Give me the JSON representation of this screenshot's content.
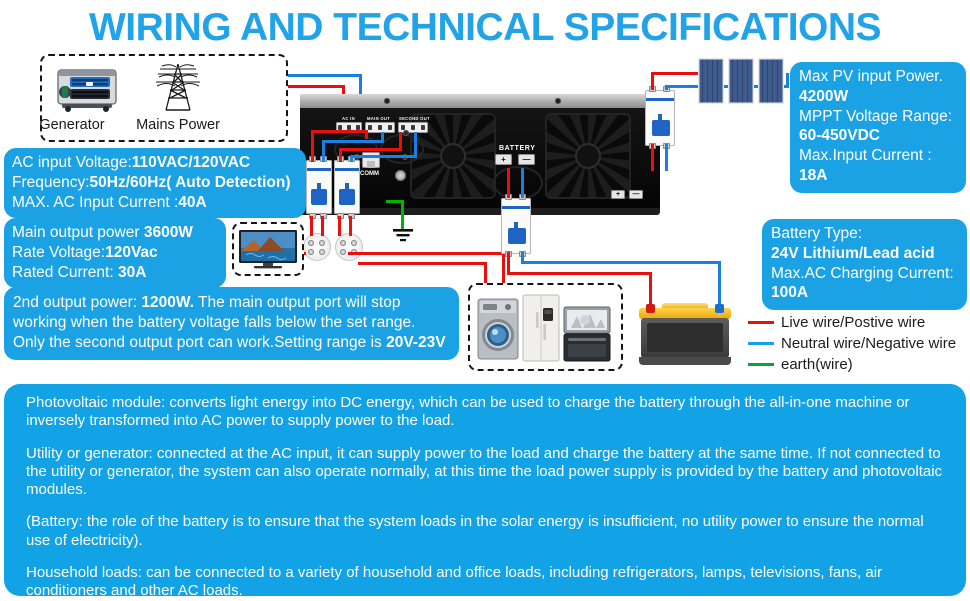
{
  "title": "WIRING AND TECHNICAL SPECIFICATIONS",
  "theme": {
    "brand_blue": "#1ba2e5",
    "panel_blue": "#12a3e6",
    "title_blue": "#22a3e8",
    "wire_live": "#e8100f",
    "wire_neutral": "#1a7fe0",
    "wire_earth": "#00b400"
  },
  "sources": {
    "generator_label": "Generator",
    "mains_label": "Mains Power"
  },
  "spec_ac_input": {
    "line1_label": "AC input Voltage:",
    "line1_value": "110VAC/120VAC",
    "line2_label": "Frequency:",
    "line2_value": "50Hz/60Hz( Auto Detection)",
    "line3_label": "MAX. AC Input Current :",
    "line3_value": "40A"
  },
  "spec_main_output": {
    "line1_label": "Main output power ",
    "line1_value": "3600W",
    "line2_label": "Rate Voltage:",
    "line2_value": "120Vac",
    "line3_label": "Rated Current: ",
    "line3_value": "30A"
  },
  "spec_second_output": {
    "head_label": "2nd output power",
    "head_sep": ": ",
    "head_value": "1200W.",
    "body": " The main output port will stop working when the battery voltage falls below the set range. Only the second output port can work.Setting range is ",
    "range_value": "20V-23V"
  },
  "spec_pv": {
    "line1_label": "Max PV input Power.",
    "line1_value": "4200W",
    "line2_label": "MPPT Voltage Range:",
    "line2_value": "60-450VDC",
    "line3_label": "Max.Input Current :",
    "line3_value": "18A"
  },
  "spec_battery": {
    "line1_label": "Battery Type:",
    "line1_value": "24V Lithium/Lead acid",
    "line2_label": "Max.AC Charging Current:",
    "line2_value": "100A"
  },
  "legend": [
    {
      "color": "#e8100f",
      "label": "Live wire/Postive wire"
    },
    {
      "color": "#1a9fe8",
      "label": "Neutral wire/Negative wire"
    },
    {
      "color": "#00a63c",
      "label": "earth(wire)"
    }
  ],
  "inverter": {
    "terminal_ac_in": "AC IN",
    "terminal_main_out": "MAIN OUT",
    "terminal_second_out": "SECOND OUT",
    "comm_label": "COMM",
    "battery_label": "BATTERY",
    "polarity_plus": "+",
    "polarity_minus": "—",
    "pv_polarity_plus": "+",
    "pv_polarity_minus": "—"
  },
  "description": [
    "Photovoltaic module: converts light energy into DC energy, which can be used to charge the battery through the all-in-one machine or inversely transformed into AC power to supply power to the load.",
    "Utility or generator: connected at the AC input, it can supply power to the load and charge the battery at the same time. If not connected to the utility or generator, the system can also operate normally, at this time the load power supply is provided by the battery and photovoltaic modules.",
    "(Battery: the role of the battery is to ensure that the system loads in the solar energy is insufficient, no utility power to ensure the normal use of electricity).",
    "Household loads: can be connected to a variety of household and office loads, including refrigerators, lamps, televisions, fans, air conditioners and other AC loads."
  ]
}
